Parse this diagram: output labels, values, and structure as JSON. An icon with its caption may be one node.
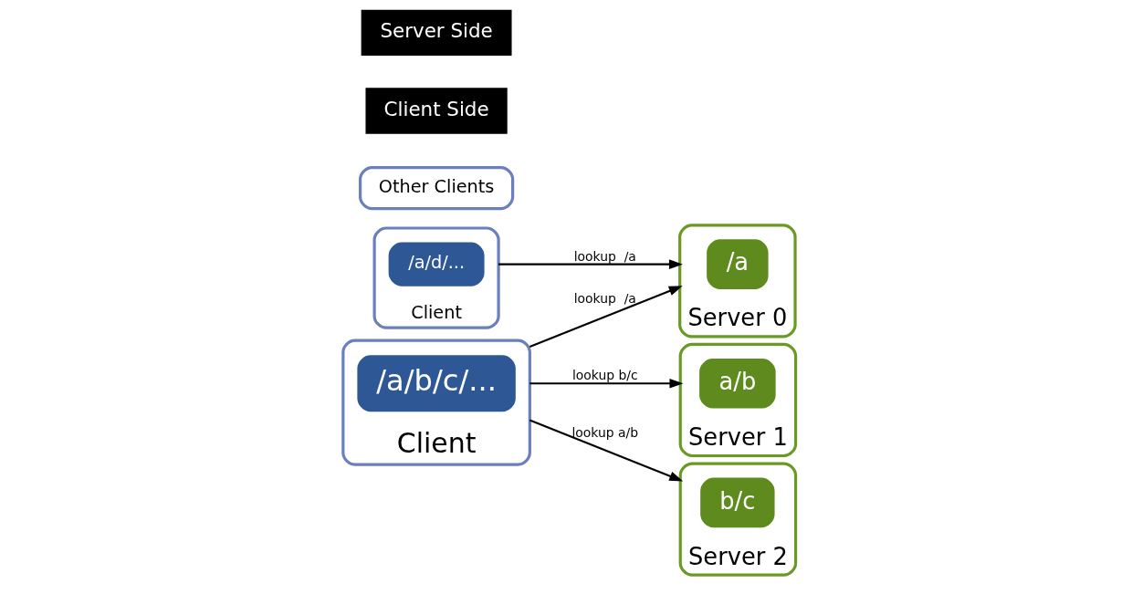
{
  "diagram": {
    "nodes": [
      {
        "text": [
          "Client"
        ]
      },
      {
        "text": [
          "/a/b/c/..."
        ],
        "in": 0
      },
      {
        "text": [
          "Other Clients"
        ]
      },
      {
        "text": [
          "Client"
        ]
      },
      {
        "text": [
          "/a/d/..."
        ],
        "in": 3
      },
      {
        "text": [
          "Server 0"
        ]
      },
      {
        "text": [
          "/a"
        ],
        "in": 5
      },
      {
        "text": [
          "Server 1"
        ]
      },
      {
        "text": [
          "a/b"
        ],
        "in": 7
      },
      {
        "text": [
          "Server 2"
        ]
      },
      {
        "text": [
          "b/c"
        ],
        "in": 9
      },
      {
        "text": [
          "Client Side"
        ]
      },
      {
        "text": [
          "Server Side"
        ]
      }
    ],
    "edges": [
      {
        "from": 0,
        "to": 5,
        "arrow": "to",
        "label": "lookup  /a"
      },
      {
        "from": 0,
        "to": 9,
        "arrow": "to",
        "label": "lookup a/b"
      },
      {
        "from": 0,
        "to": 7,
        "arrow": "to",
        "label": "lookup b/c"
      },
      {
        "from": 3,
        "to": 5,
        "arrow": "to",
        "label": "lookup  /a"
      }
    ]
  }
}
